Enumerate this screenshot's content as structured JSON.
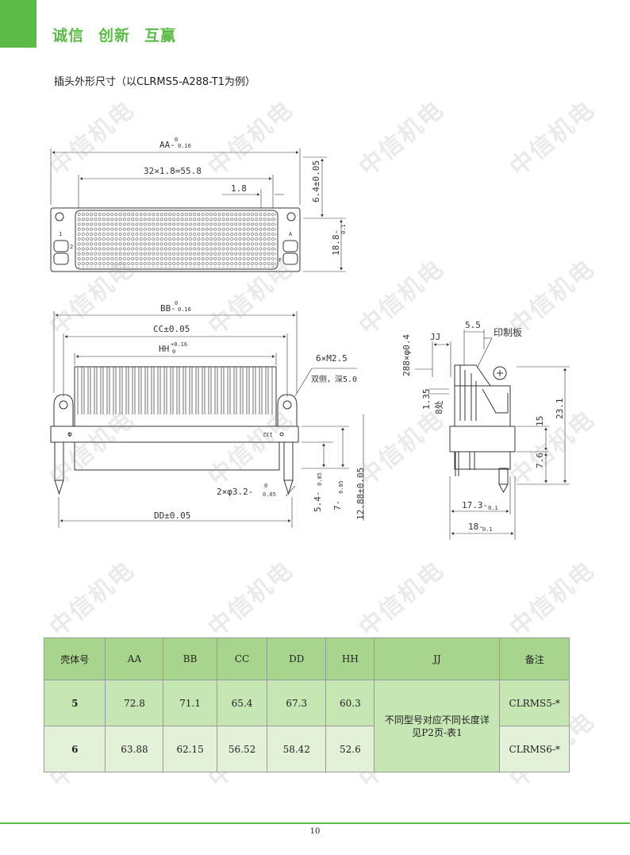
{
  "header": {
    "slogan": [
      "诚信",
      "创新",
      "互赢"
    ],
    "accent_color": "#5cba47"
  },
  "section_title": "插头外形尺寸（以CLRMS5-A288-T1为例）",
  "drawing": {
    "top_view": {
      "aa_label": "AA-",
      "pitch_label": "32×1.8=55.8",
      "spacing_label": "1.8",
      "height_upper_label": "6.4±0.05",
      "height_lower_label": "18.8-",
      "pin_1": "1",
      "pin_2": "2",
      "pin_a": "A",
      "pin_f": "F"
    },
    "front_view": {
      "bb_label": "BB-",
      "cc_label": "CC±0.05",
      "hh_label": "HH",
      "tol_016": "0.16",
      "tol_plus016": "+0.16",
      "tol_zero": "0",
      "screw_label": "6×M2.5",
      "screw_note": "双侧，深5.0",
      "hole_label": "2×φ3.2-",
      "hole_tol": "0.05",
      "dd_label": "DD±0.05",
      "dim_54": "5.4-",
      "dim_7": "7-",
      "dim_1288": "12.88±0.05",
      "pin_first": "1",
      "pin_last": "132"
    },
    "side_view": {
      "hole_label": "288×φ0.4",
      "jj_label": "JJ",
      "dim_55": "5.5",
      "board_label": "印制板",
      "dim_135": "1.35",
      "places_label": "8处",
      "dim_15": "15",
      "dim_231": "23.1",
      "dim_76": "7.6",
      "dim_173": "17.3-",
      "dim_18": "18-",
      "tol_01": "0.1"
    }
  },
  "table": {
    "headers": [
      "壳体号",
      "AA",
      "BB",
      "CC",
      "DD",
      "HH",
      "JJ",
      "备注"
    ],
    "rows": [
      {
        "shell": "5",
        "aa": "72.8",
        "bb": "71.1",
        "cc": "65.4",
        "dd": "67.3",
        "hh": "60.3",
        "note": "CLRMS5-*"
      },
      {
        "shell": "6",
        "aa": "63.88",
        "bb": "62.15",
        "cc": "56.52",
        "dd": "58.42",
        "hh": "52.6",
        "note": "CLRMS6-*"
      }
    ],
    "jj_merged": "不同型号对应不同长度详见P2页-表1",
    "colors": {
      "header": "#a8d58e",
      "row_dark": "#c6e6b4",
      "row_light": "#e2f1d7"
    }
  },
  "watermark": "中信机电",
  "page_number": "10"
}
